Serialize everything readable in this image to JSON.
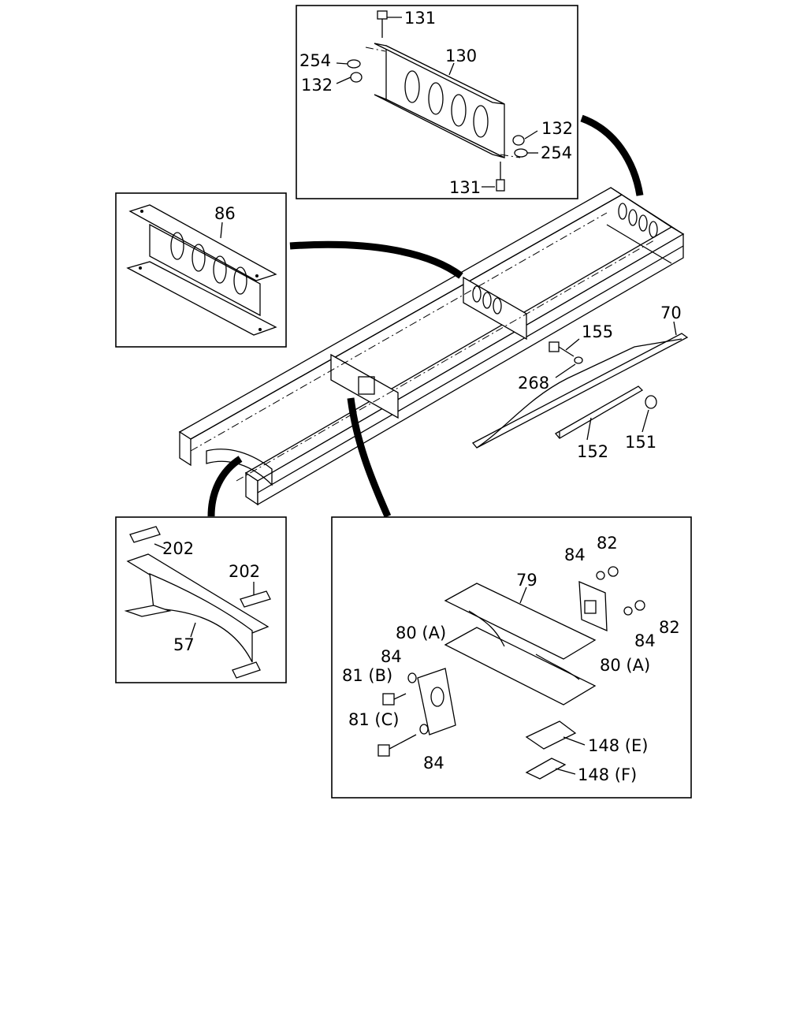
{
  "callouts": {
    "c131_top": "131",
    "c130": "130",
    "c254_left": "254",
    "c132_left": "132",
    "c132_right": "132",
    "c254_right": "254",
    "c131_bottom": "131",
    "c86": "86",
    "c70": "70",
    "c155": "155",
    "c268": "268",
    "c151": "151",
    "c152": "152",
    "c202_top": "202",
    "c202_right": "202",
    "c57": "57",
    "c84_a": "84",
    "c82_a": "82",
    "c79": "79",
    "c82_b": "82",
    "c84_b": "84",
    "c80a_right": "80 (A)",
    "c80a_left": "80 (A)",
    "c84_c": "84",
    "c81b": "81 (B)",
    "c81c": "81 (C)",
    "c84_d": "84",
    "c148e": "148 (E)",
    "c148f": "148 (F)"
  }
}
